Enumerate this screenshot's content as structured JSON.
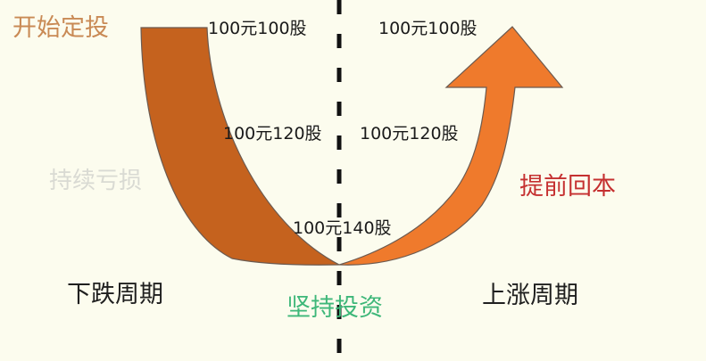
{
  "diagram": {
    "title_left_top": "开始定投",
    "title_left_mid": "持续亏损",
    "title_left_bottom": "下跌周期",
    "title_center_bottom": "坚持投资",
    "title_right_bottom": "上涨周期",
    "title_right_mid": "提前回本",
    "share_labels": {
      "left_top": "100元100股",
      "right_top": "100元100股",
      "left_mid": "100元120股",
      "right_mid": "100元120股",
      "bottom": "100元140股"
    },
    "colors": {
      "background": "#fcfcee",
      "down_arrow": "#c5621e",
      "up_arrow": "#ef7a2c",
      "divider": "#111111",
      "start_text": "#c98a55",
      "loss_text": "#d9dad3",
      "hold_text": "#3eb779",
      "recover_text": "#c53030"
    }
  }
}
